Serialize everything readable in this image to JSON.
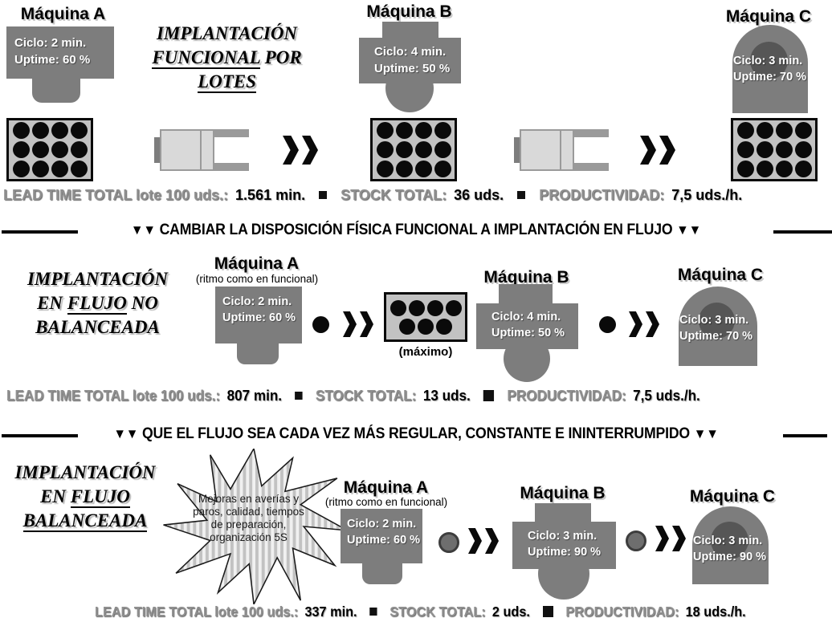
{
  "colors": {
    "machine_gray": "#7d7d7d",
    "machine_inner_circle": "#565656",
    "tray_bg": "#c2c2c2",
    "dot_black": "#0a0a0a",
    "stats_label_gray": "#8f8f8f"
  },
  "trays": {
    "lote_batch_size": 12,
    "maximo_buffer_size": 7
  },
  "section1": {
    "title": {
      "line1": "IMPLANTACIÓN",
      "line2_underlined": "FUNCIONAL",
      "line2_rest": " POR",
      "line3_underlined": "LOTES"
    },
    "machine_a": {
      "name": "Máquina A",
      "ciclo": "Ciclo: 2 min.",
      "uptime": "Uptime: 60 %"
    },
    "machine_b": {
      "name": "Máquina B",
      "ciclo": "Ciclo: 4 min.",
      "uptime": "Uptime: 50 %"
    },
    "machine_c": {
      "name": "Máquina C",
      "ciclo": "Ciclo: 3 min.",
      "uptime": "Uptime: 70 %"
    },
    "stats": {
      "lead_label": "LEAD TIME TOTAL lote 100 uds.:",
      "lead_value": "1.561 min.",
      "stock_label": "STOCK TOTAL:",
      "stock_value": "36 uds.",
      "prod_label": "PRODUCTIVIDAD:",
      "prod_value": "7,5 uds./h."
    }
  },
  "divider1": {
    "left_marker": "▼▼",
    "text": "CAMBIAR LA DISPOSICIÓN FÍSICA FUNCIONAL A IMPLANTACIÓN EN FLUJO",
    "right_marker": "▼▼"
  },
  "section2": {
    "title": {
      "line1": "IMPLANTACIÓN",
      "line2_pre": "EN ",
      "line2_underlined": "FLUJO",
      "line2_rest": " NO",
      "line3": "BALANCEADA"
    },
    "machine_a": {
      "name": "Máquina A",
      "note": "(ritmo como en funcional)",
      "ciclo": "Ciclo: 2 min.",
      "uptime": "Uptime: 60 %"
    },
    "tray_caption": "(máximo)",
    "machine_b": {
      "name": "Máquina B",
      "ciclo": "Ciclo: 4 min.",
      "uptime": "Uptime: 50 %"
    },
    "machine_c": {
      "name": "Máquina C",
      "ciclo": "Ciclo: 3 min.",
      "uptime": "Uptime: 70 %"
    },
    "stats": {
      "lead_label": "LEAD TIME TOTAL lote 100 uds.:",
      "lead_value": "807 min.",
      "stock_label": "STOCK TOTAL:",
      "stock_value": "13 uds.",
      "prod_label": "PRODUCTIVIDAD:",
      "prod_value": "7,5 uds./h."
    }
  },
  "divider2": {
    "left_marker": "▼▼",
    "text": "QUE EL FLUJO SEA CADA VEZ MÁS REGULAR, CONSTANTE E ININTERRUMPIDO",
    "right_marker": "▼▼"
  },
  "section3": {
    "title": {
      "line1": "IMPLANTACIÓN",
      "line2_pre": "EN ",
      "line2_underlined": "FLUJO",
      "line3_underlined": "BALANCEADA"
    },
    "burst": {
      "line1": "Mejoras en averías y",
      "line2": "paros, calidad, tiempos",
      "line3": "de preparación,",
      "line4": "organización 5S"
    },
    "machine_a": {
      "name": "Máquina A",
      "note": "(ritmo como en funcional)",
      "ciclo": "Ciclo: 2 min.",
      "uptime": "Uptime: 60 %"
    },
    "machine_b": {
      "name": "Máquina B",
      "ciclo": "Ciclo: 3 min.",
      "uptime": "Uptime: 90 %"
    },
    "machine_c": {
      "name": "Máquina C",
      "ciclo": "Ciclo: 3 min.",
      "uptime": "Uptime: 90 %"
    },
    "stats": {
      "lead_label": "LEAD TIME TOTAL lote 100 uds.:",
      "lead_value": "337 min.",
      "stock_label": "STOCK TOTAL:",
      "stock_value": "2 uds.",
      "prod_label": "PRODUCTIVIDAD:",
      "prod_value": "18 uds./h."
    }
  }
}
